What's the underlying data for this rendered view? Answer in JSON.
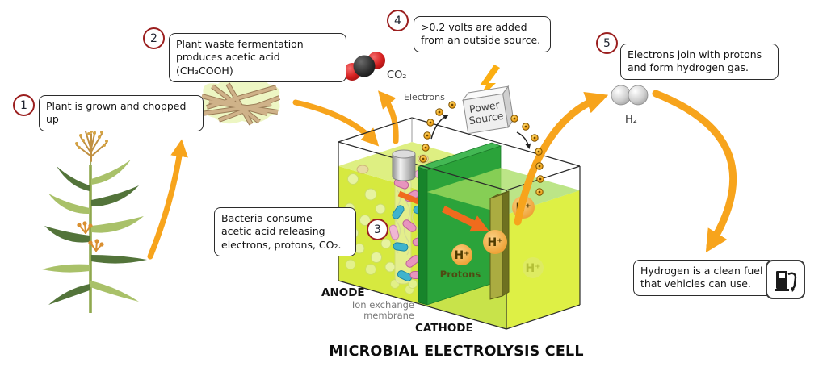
{
  "title": "MICROBIAL ELECTROLYSIS CELL",
  "steps": [
    {
      "num": "1",
      "text": "Plant is grown and chopped up"
    },
    {
      "num": "2",
      "text": "Plant waste fermentation\nproduces acetic acid (CH₃COOH)"
    },
    {
      "num": "3",
      "text": "Bacteria consume\nacetic acid releasing\nelectrons, protons, CO₂."
    },
    {
      "num": "4",
      "text": ">0.2 volts are added\nfrom an outside source."
    },
    {
      "num": "5",
      "text": "Electrons join with protons\nand form hydrogen gas."
    }
  ],
  "notes": {
    "fuel": "Hydrogen is a clean fuel\nthat vehicles can use."
  },
  "labels": {
    "electrons": "Electrons",
    "co2": "CO₂",
    "h2": "H₂",
    "power1": "Power",
    "power2": "Source",
    "anode": "ANODE",
    "ion1": "Ion exchange",
    "ion2": "membrane",
    "cathode": "CATHODE",
    "protons": "Protons",
    "hplus": "H⁺"
  },
  "colors": {
    "arrow_orange": "#F7A41C",
    "arrow_red_orange": "#F06B1D",
    "membrane_green": "#2BA33A",
    "liquid_yellow_green": "#D6E93F",
    "step_ring_red": "#9B1F1F",
    "electron_gold": "#F7B92B"
  }
}
